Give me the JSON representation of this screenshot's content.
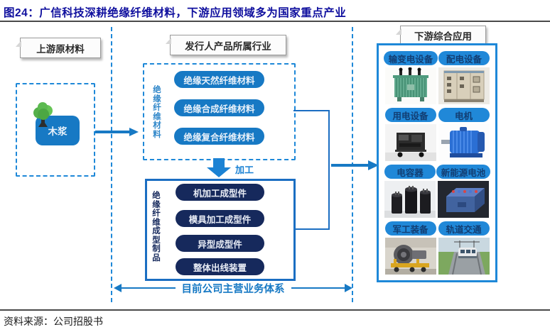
{
  "title": "图24：广信科技深耕绝缘纤维材料，下游应用领域多为国家重点产业",
  "source": "资料来源：公司招股书",
  "colors": {
    "title_navy": "#0f0f9e",
    "accent_blue": "#1779c4",
    "bright_blue": "#1e88d8",
    "navy": "#16295c",
    "pill_text_navy": "#123e73"
  },
  "sections": {
    "upstream": {
      "header": "上游原材料",
      "icon": "tree-icon",
      "material": "木浆"
    },
    "issuer": {
      "header": "发行人产品所属行业",
      "materials_group_label": "绝缘纤维材料",
      "materials": [
        "绝缘天然纤维材料",
        "绝缘合成纤维材料",
        "绝缘复合纤维材料"
      ],
      "process_label": "加工",
      "products_group_label": "绝缘纤维成型制品",
      "products": [
        "机加工成型件",
        "模具加工成型件",
        "异型成型件",
        "整体出线装置"
      ],
      "footer_label": "目前公司主营业务体系"
    },
    "downstream": {
      "header": "下游综合应用",
      "applications": [
        {
          "label": "输变电设备",
          "image": "transformer-photo"
        },
        {
          "label": "配电设备",
          "image": "switchgear-cabinet-photo"
        },
        {
          "label": "用电设备",
          "image": "power-equipment-photo"
        },
        {
          "label": "电机",
          "image": "motor-photo"
        },
        {
          "label": "电容器",
          "image": "capacitors-photo"
        },
        {
          "label": "新能源电池",
          "image": "battery-pack-photo"
        },
        {
          "label": "军工装备",
          "image": "military-equipment-photo"
        },
        {
          "label": "轨道交通",
          "image": "rail-transit-photo"
        }
      ]
    }
  }
}
